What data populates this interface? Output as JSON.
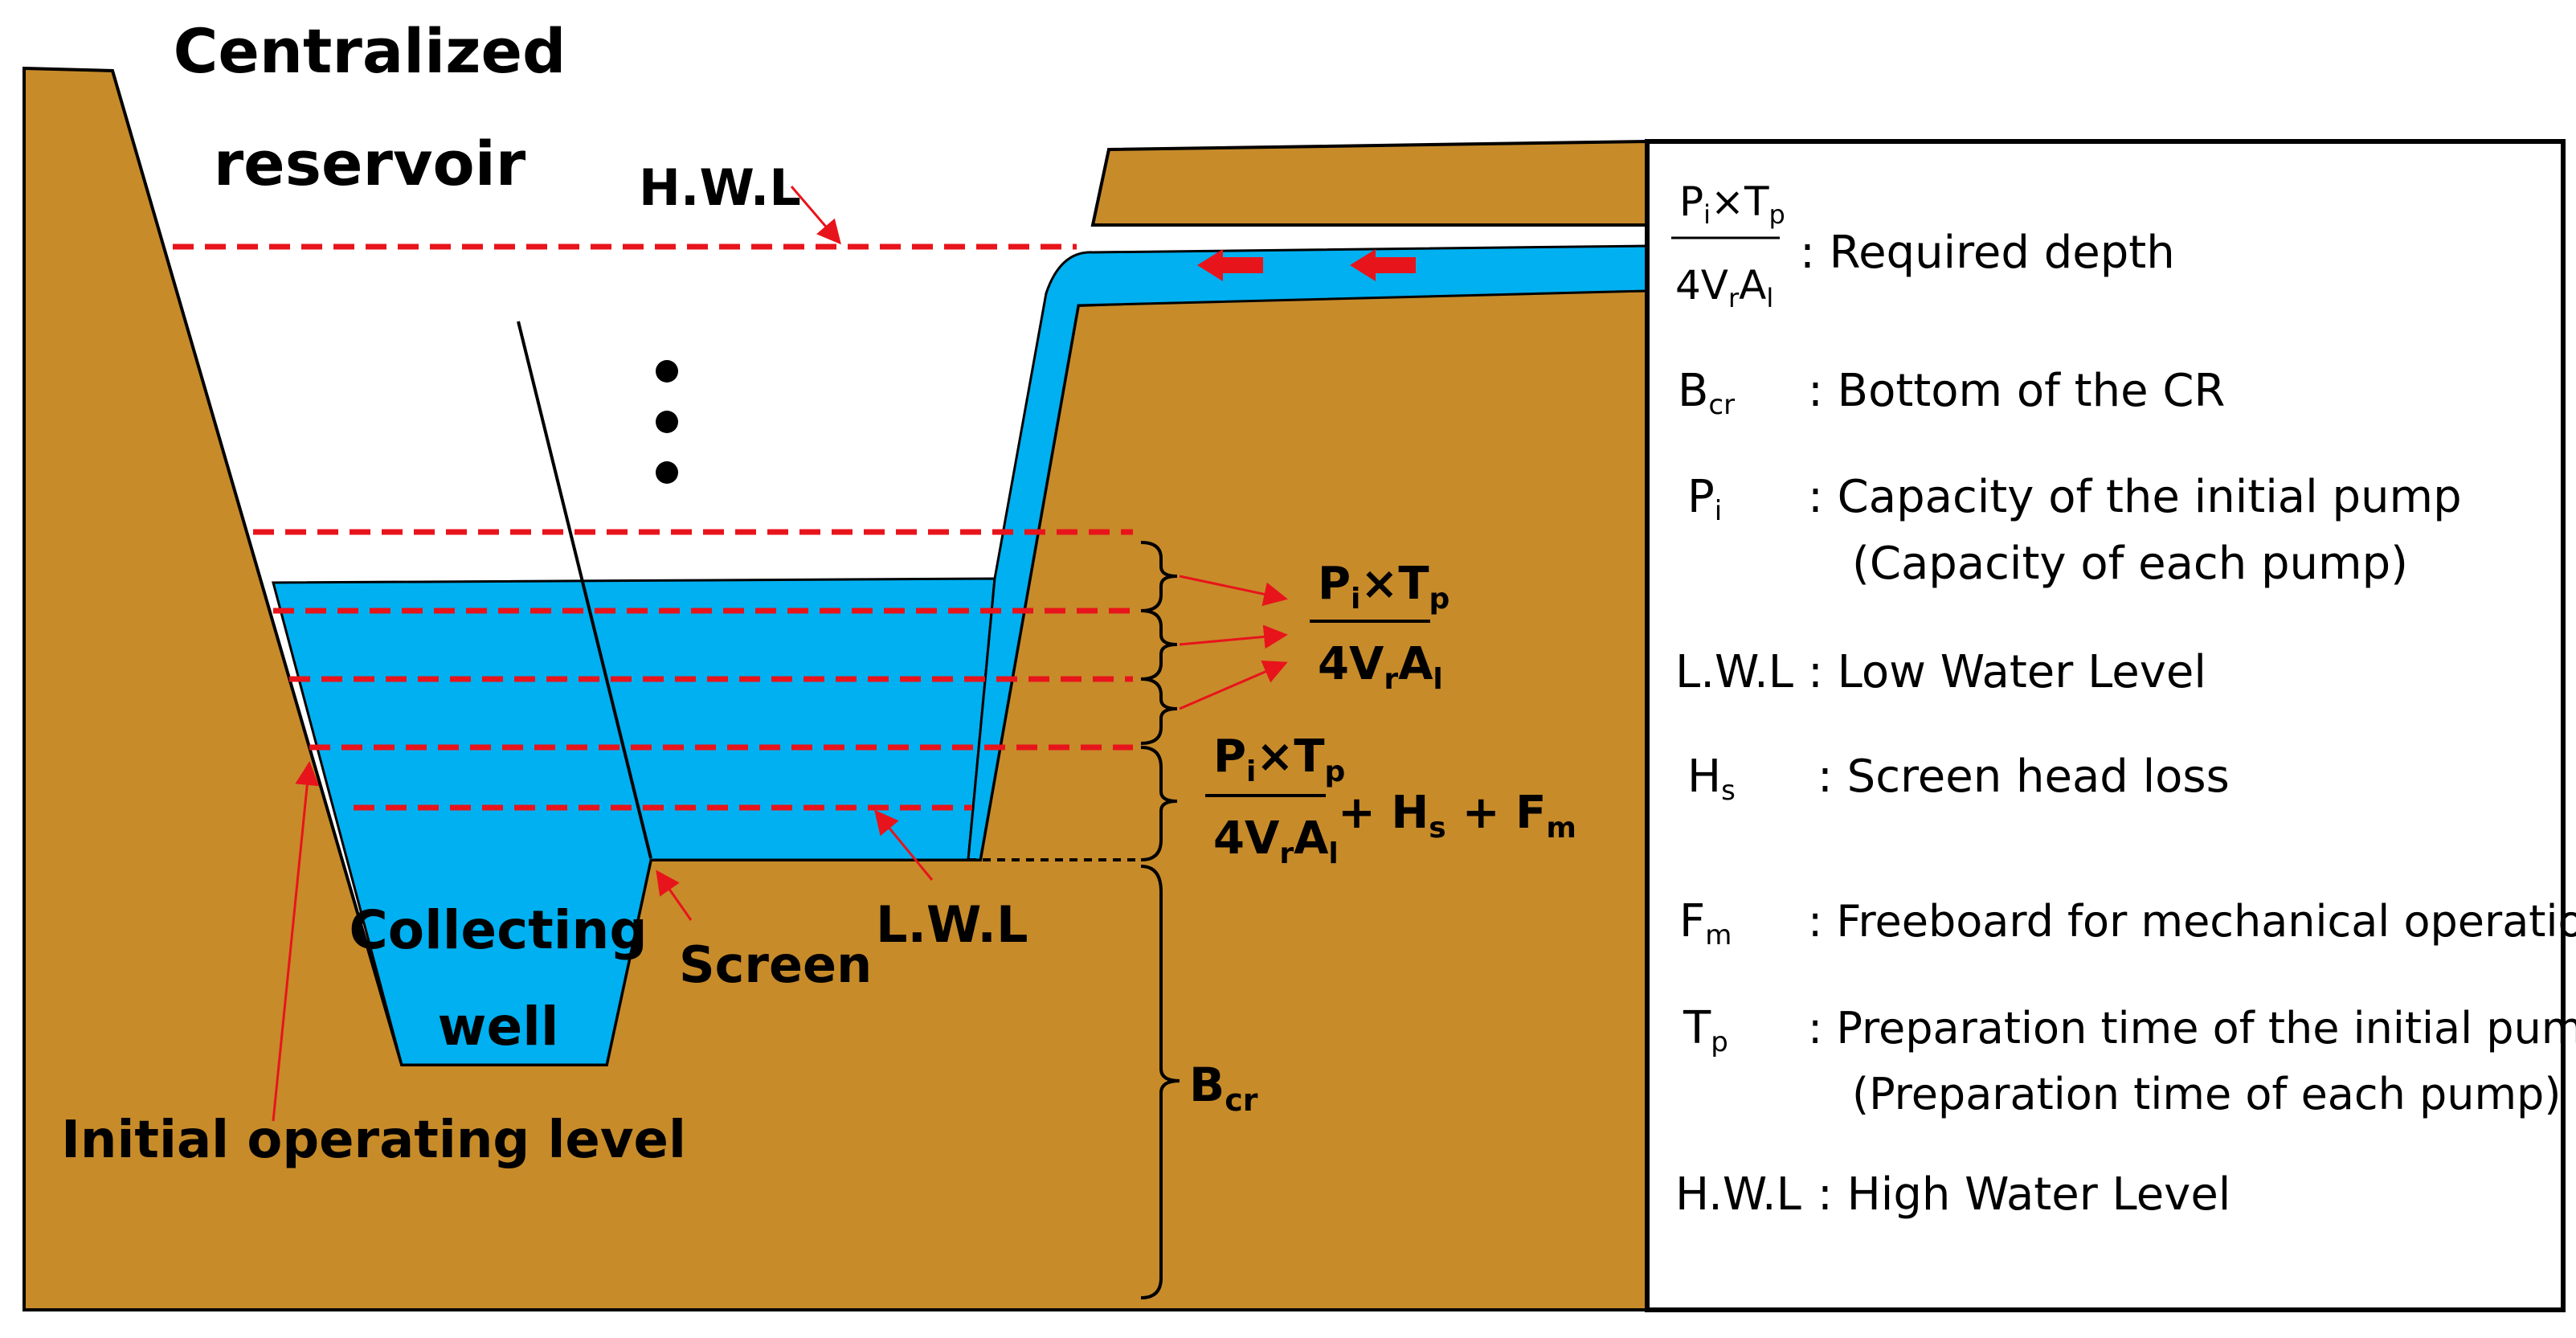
{
  "labels": {
    "title_line1": "Centralized",
    "title_line2": "reservoir",
    "hwl": "H.W.L",
    "lwl": "L.W.L",
    "screen": "Screen",
    "collecting_line1": "Collecting",
    "collecting_line2": "well",
    "initial_level": "Initial operating level",
    "bcr_base": "B",
    "bcr_sub": "cr",
    "plus_hs": "+ H",
    "hs_sub": "s",
    "plus_fm": "+ F",
    "fm_sub": "m",
    "dots": "⋮"
  },
  "formula": {
    "p": "P",
    "i": "i",
    "times_t": "×T",
    "p_sub": "p",
    "four_v": "4V",
    "r": "r",
    "a": "A",
    "l": "l"
  },
  "legend": [
    {
      "sym": "Required depth (formula)",
      "text": ": Required depth"
    },
    {
      "sym": "B",
      "sub": "cr",
      "text": ": Bottom of the CR"
    },
    {
      "sym": "P",
      "sub": "i",
      "text": ": Capacity of the initial pump",
      "text2": "(Capacity of each pump)"
    },
    {
      "sym": "L.W.L",
      "sub": "",
      "text": ": Low Water Level"
    },
    {
      "sym": "H",
      "sub": "s",
      "text": ": Screen head loss"
    },
    {
      "sym": "F",
      "sub": "m",
      "text": ": Freeboard for mechanical operation"
    },
    {
      "sym": "T",
      "sub": "p",
      "text": ": Preparation time of the initial pump",
      "text2": "(Preparation time of each pump)"
    },
    {
      "sym": "H.W.L",
      "sub": "",
      "text": ": High Water Level"
    }
  ],
  "colors": {
    "soil": "#C78B2A",
    "water": "#00B0F0",
    "dash": "#E8141B",
    "arrow": "#E8141B",
    "outline": "#000000"
  }
}
